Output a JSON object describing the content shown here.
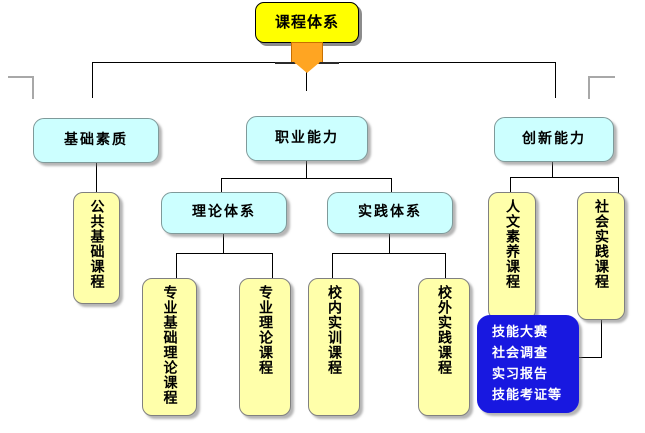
{
  "diagram": {
    "title": "课程体系",
    "type": "organization-chart",
    "root": {
      "label": "课程体系",
      "color": "#ffff00"
    },
    "connector": {
      "color": "#ffa522",
      "shape": "arrow-down"
    },
    "categories": [
      {
        "id": "basic-quality",
        "label": "基础素质",
        "color": "#ccffff"
      },
      {
        "id": "vocational-ability",
        "label": "职业能力",
        "color": "#ccffff"
      },
      {
        "id": "innovation-ability",
        "label": "创新能力",
        "color": "#ccffff"
      }
    ],
    "subcategories": [
      {
        "id": "theory-system",
        "label": "理论体系",
        "color": "#ccffff",
        "parent": "vocational-ability"
      },
      {
        "id": "practice-system",
        "label": "实践体系",
        "color": "#ccffff",
        "parent": "vocational-ability"
      }
    ],
    "courses": [
      {
        "id": "public-basic",
        "label": "公共基础课程",
        "color": "#ffffaa",
        "parent": "basic-quality"
      },
      {
        "id": "major-basic-theory",
        "label": "专业基础理论课程",
        "color": "#ffffaa",
        "parent": "theory-system"
      },
      {
        "id": "major-theory",
        "label": "专业理论课程",
        "color": "#ffffaa",
        "parent": "theory-system"
      },
      {
        "id": "on-campus-training",
        "label": "校内实训课程",
        "color": "#ffffaa",
        "parent": "practice-system"
      },
      {
        "id": "off-campus-practice",
        "label": "校外实践课程",
        "color": "#ffffaa",
        "parent": "practice-system"
      },
      {
        "id": "humanities",
        "label": "人文素养课程",
        "color": "#ffffaa",
        "parent": "innovation-ability"
      },
      {
        "id": "social-practice",
        "label": "社会实践课程",
        "color": "#ffffaa",
        "parent": "innovation-ability"
      }
    ],
    "activities": {
      "id": "activities-list",
      "color": "#1818e0",
      "text_color": "#ffffff",
      "items": [
        "技能大赛",
        "社会调查",
        "实习报告",
        "技能考证等"
      ]
    }
  }
}
